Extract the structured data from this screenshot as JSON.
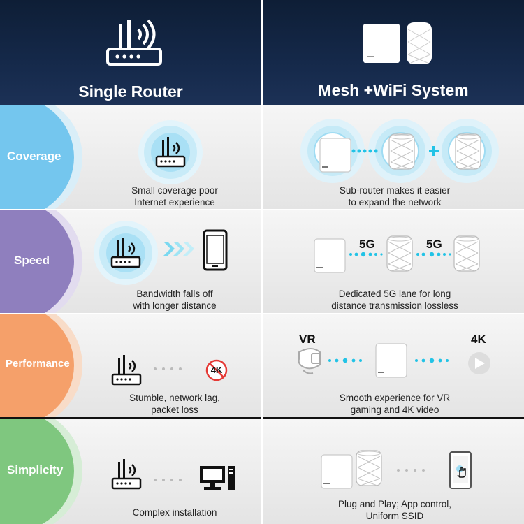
{
  "header": {
    "left_title": "Single Router",
    "right_title": "Mesh +WiFi System"
  },
  "rows": [
    {
      "label": "Coverage",
      "color": "#74c6ee",
      "left_caption": [
        "Small coverage poor",
        "Internet experience"
      ],
      "right_caption": [
        "Sub-router makes it easier",
        "to expand the network"
      ]
    },
    {
      "label": "Speed",
      "color": "#8f7fbe",
      "left_caption": [
        "Bandwidth falls off",
        "with longer distance"
      ],
      "right_caption": [
        "Dedicated 5G lane for long",
        "distance transmission lossless"
      ],
      "band_label_1": "5G",
      "band_label_2": "5G"
    },
    {
      "label": "Performance",
      "color": "#f5a06a",
      "left_caption": [
        "Stumble, network lag,",
        "packet loss"
      ],
      "right_caption": [
        "Smooth experience for VR",
        "gaming and 4K video"
      ],
      "vr_label": "VR",
      "k4_label": "4K",
      "k4_badge": "4K"
    },
    {
      "label": "Simplicity",
      "color": "#7fc77f",
      "left_caption": [
        "Complex installation"
      ],
      "right_caption": [
        "Plug and Play; App control,",
        "Uniform SSID"
      ]
    }
  ],
  "colors": {
    "header_bg": "#15294a",
    "accent_cyan": "#22c3e6",
    "halo": "#bfe8f6"
  }
}
